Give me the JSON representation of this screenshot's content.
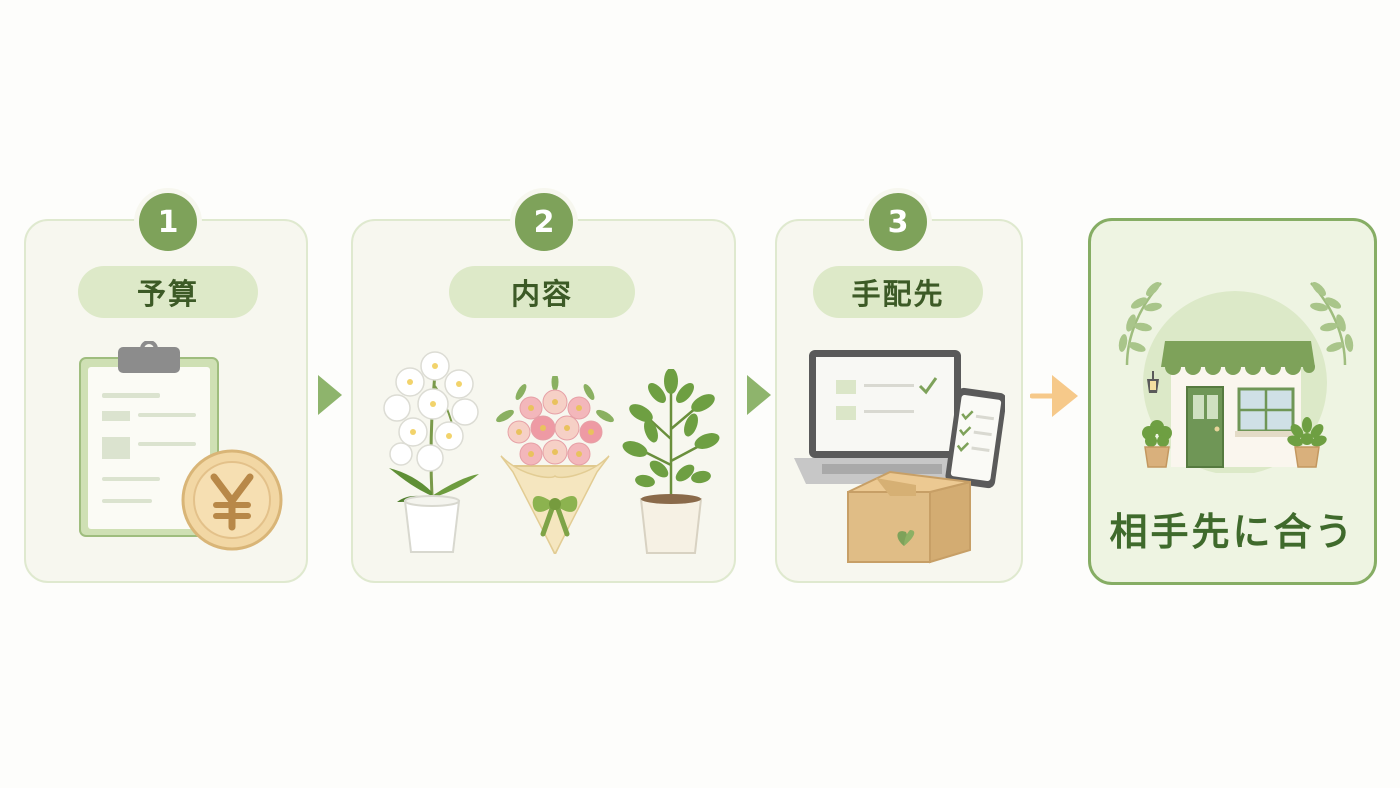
{
  "steps": [
    {
      "number": "1",
      "label": "予算"
    },
    {
      "number": "2",
      "label": "内容"
    },
    {
      "number": "3",
      "label": "手配先"
    }
  ],
  "result": {
    "label": "相手先に合う"
  },
  "icons": {
    "step1": [
      "clipboard-icon",
      "yen-coin-icon"
    ],
    "step2": [
      "orchid-pot-icon",
      "flower-bouquet-icon",
      "foliage-plant-icon"
    ],
    "step3": [
      "laptop-icon",
      "smartphone-checklist-icon",
      "cardboard-box-icon"
    ],
    "result": [
      "storefront-icon",
      "laurel-branch-icon",
      "potted-plant-icon"
    ]
  },
  "colors": {
    "accent_green": "#7ea25a",
    "pill_green": "#dde9c8",
    "arrow_green": "#8eb46c",
    "arrow_orange": "#f6c98a",
    "final_border": "#86ad64"
  }
}
